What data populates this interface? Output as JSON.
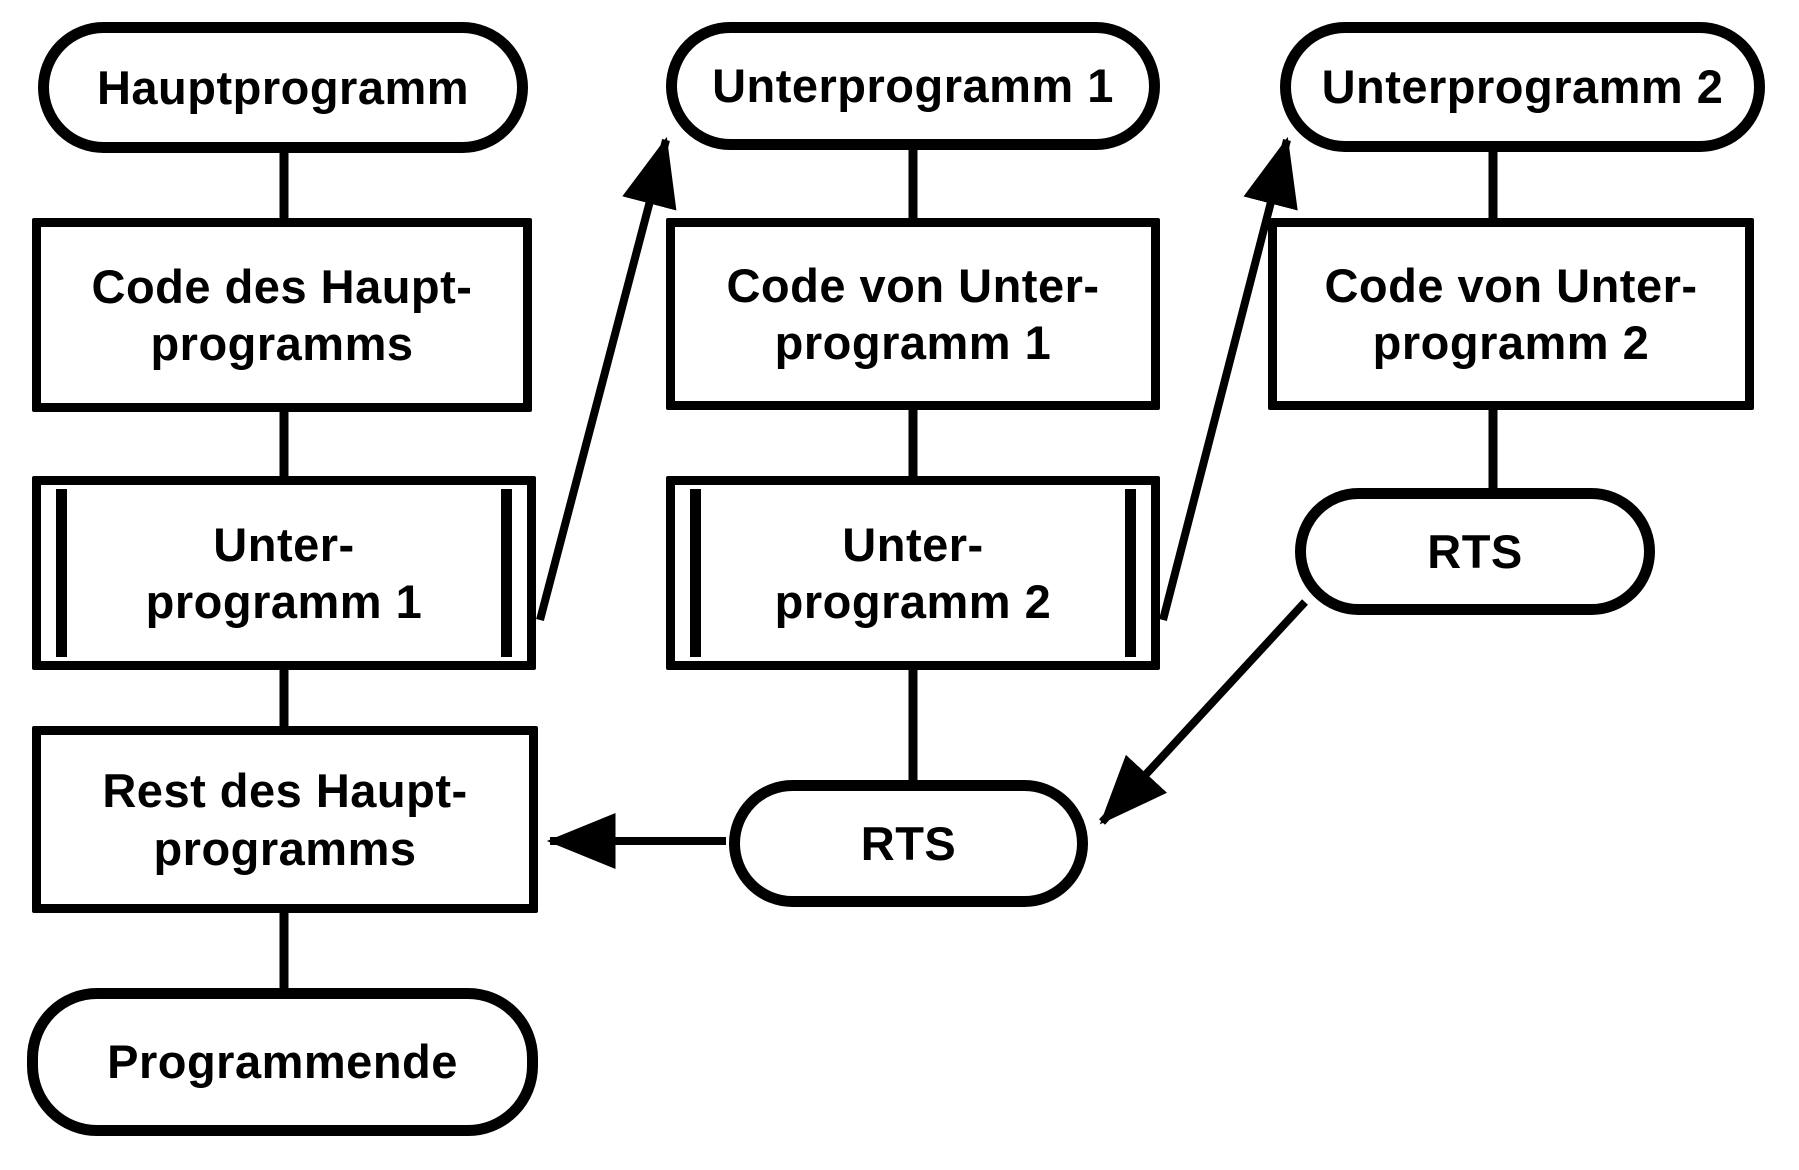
{
  "diagram": {
    "title_implicit": "Unterprogramm-Aufrufe (JSR/RTS) Ablaufdiagramm",
    "background_color": "#ffffff",
    "ink_color": "#000000",
    "nodes": [
      {
        "id": "hauptprogramm",
        "type": "terminator",
        "lines": [
          "Hauptprogramm"
        ]
      },
      {
        "id": "code-hauptprogramm",
        "type": "process",
        "lines": [
          "Code des Haupt-",
          "programms"
        ]
      },
      {
        "id": "call-unterprogramm-1",
        "type": "predefined-process",
        "lines": [
          "Unter-",
          "programm 1"
        ]
      },
      {
        "id": "rest-hauptprogramm",
        "type": "process",
        "lines": [
          "Rest des Haupt-",
          "programms"
        ]
      },
      {
        "id": "programmende",
        "type": "terminator",
        "lines": [
          "Programmende"
        ]
      },
      {
        "id": "unterprogramm-1-entry",
        "type": "terminator",
        "lines": [
          "Unterprogramm 1"
        ]
      },
      {
        "id": "code-unterprogramm-1",
        "type": "process",
        "lines": [
          "Code von Unter-",
          "programm 1"
        ]
      },
      {
        "id": "call-unterprogramm-2",
        "type": "predefined-process",
        "lines": [
          "Unter-",
          "programm 2"
        ]
      },
      {
        "id": "rts-unterprogramm-1",
        "type": "terminator",
        "lines": [
          "RTS"
        ]
      },
      {
        "id": "unterprogramm-2-entry",
        "type": "terminator",
        "lines": [
          "Unterprogramm 2"
        ]
      },
      {
        "id": "code-unterprogramm-2",
        "type": "process",
        "lines": [
          "Code von Unter-",
          "programm 2"
        ]
      },
      {
        "id": "rts-unterprogramm-2",
        "type": "terminator",
        "lines": [
          "RTS"
        ]
      }
    ],
    "edges": [
      {
        "from": "hauptprogramm",
        "to": "code-hauptprogramm",
        "style": "plain-vertical"
      },
      {
        "from": "code-hauptprogramm",
        "to": "call-unterprogramm-1",
        "style": "plain-vertical"
      },
      {
        "from": "call-unterprogramm-1",
        "to": "rest-hauptprogramm",
        "style": "plain-vertical"
      },
      {
        "from": "rest-hauptprogramm",
        "to": "programmende",
        "style": "plain-vertical"
      },
      {
        "from": "unterprogramm-1-entry",
        "to": "code-unterprogramm-1",
        "style": "plain-vertical"
      },
      {
        "from": "code-unterprogramm-1",
        "to": "call-unterprogramm-2",
        "style": "plain-vertical"
      },
      {
        "from": "call-unterprogramm-2",
        "to": "rts-unterprogramm-1",
        "style": "plain-vertical"
      },
      {
        "from": "unterprogramm-2-entry",
        "to": "code-unterprogramm-2",
        "style": "plain-vertical"
      },
      {
        "from": "code-unterprogramm-2",
        "to": "rts-unterprogramm-2",
        "style": "plain-vertical"
      },
      {
        "from": "call-unterprogramm-1",
        "to": "unterprogramm-1-entry",
        "style": "arrow-diagonal-up"
      },
      {
        "from": "call-unterprogramm-2",
        "to": "unterprogramm-2-entry",
        "style": "arrow-diagonal-up"
      },
      {
        "from": "rts-unterprogramm-2",
        "to": "rts-unterprogramm-1",
        "style": "arrow-diagonal-down"
      },
      {
        "from": "rts-unterprogramm-1",
        "to": "rest-hauptprogramm",
        "style": "arrow-horizontal"
      }
    ]
  }
}
